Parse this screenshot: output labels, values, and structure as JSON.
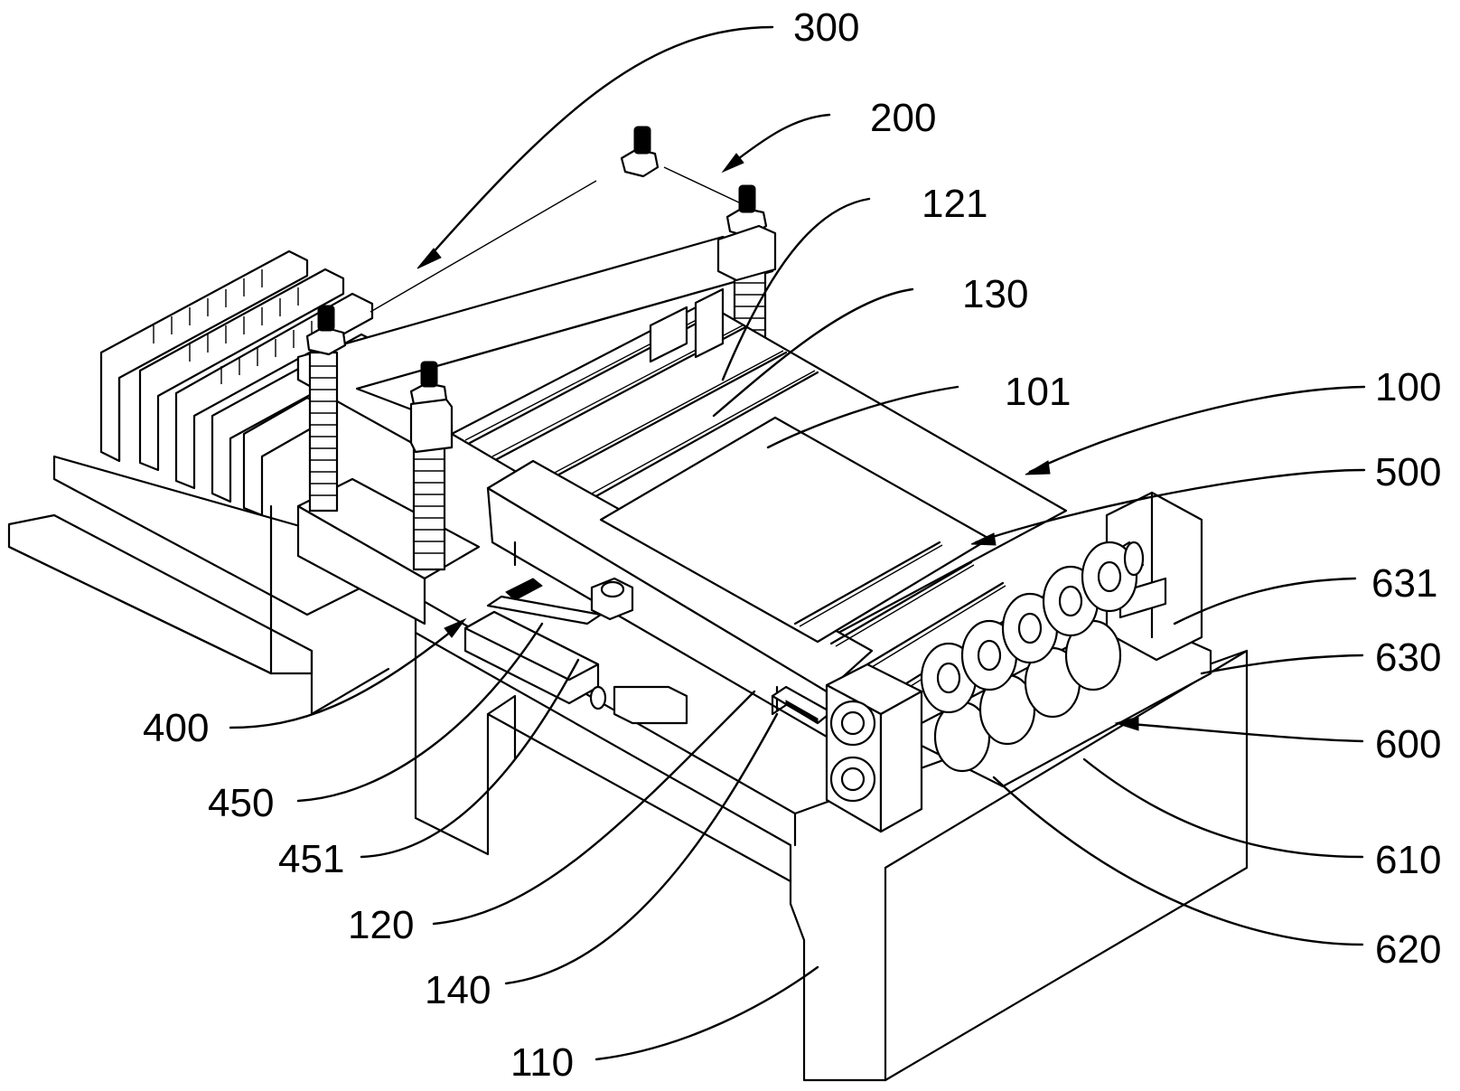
{
  "figure": {
    "type": "patent isometric line drawing",
    "subject": "sheet feeding / rolling machine assembly",
    "colors": {
      "line": "#000000",
      "background": "#ffffff"
    }
  },
  "labels": [
    {
      "id": "300",
      "text": "300",
      "target": "top frame / upper assembly"
    },
    {
      "id": "200",
      "text": "200",
      "target": "bolt and nut adjustment assembly"
    },
    {
      "id": "121",
      "text": "121",
      "target": "rail groove"
    },
    {
      "id": "130",
      "text": "130",
      "target": "guide rail"
    },
    {
      "id": "101",
      "text": "101",
      "target": "sheet workpiece"
    },
    {
      "id": "100",
      "text": "100",
      "target": "machine body"
    },
    {
      "id": "500",
      "text": "500",
      "target": "conveying rail"
    },
    {
      "id": "631",
      "text": "631",
      "target": "roller seat groove"
    },
    {
      "id": "630",
      "text": "630",
      "target": "roller seat"
    },
    {
      "id": "600",
      "text": "600",
      "target": "rolling assembly"
    },
    {
      "id": "610",
      "text": "610",
      "target": "upper roller"
    },
    {
      "id": "620",
      "text": "620",
      "target": "lower roller"
    },
    {
      "id": "400",
      "text": "400",
      "target": "side platform"
    },
    {
      "id": "450",
      "text": "450",
      "target": "clamp linkage"
    },
    {
      "id": "451",
      "text": "451",
      "target": "clamp slide"
    },
    {
      "id": "120",
      "text": "120",
      "target": "cross beam"
    },
    {
      "id": "140",
      "text": "140",
      "target": "slide bar"
    },
    {
      "id": "110",
      "text": "110",
      "target": "base block"
    }
  ]
}
